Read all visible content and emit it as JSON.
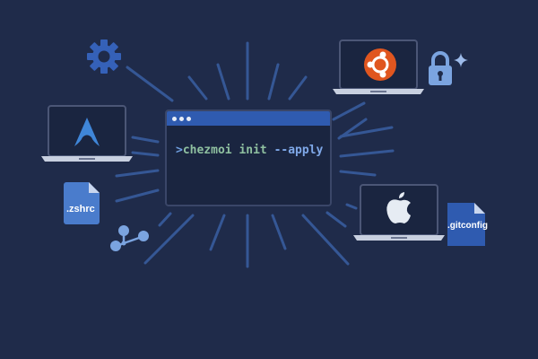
{
  "scene": {
    "background": "#1f2b4a",
    "accent": "#2f5bb0"
  },
  "terminal": {
    "prompt": ">",
    "command": "chezmoi init",
    "flag": "--apply"
  },
  "devices": [
    {
      "name": "arch-laptop",
      "logo": "arch-icon"
    },
    {
      "name": "ubuntu-laptop",
      "logo": "ubuntu-icon",
      "logo_color": "#e0561f"
    },
    {
      "name": "mac-laptop",
      "logo": "apple-icon"
    }
  ],
  "files": {
    "zshrc": ".zshrc",
    "gitconfig": ".gitconfig"
  },
  "icons": [
    "gear-icon",
    "lock-icon",
    "sparkle-icon",
    "git-branch-icon"
  ]
}
